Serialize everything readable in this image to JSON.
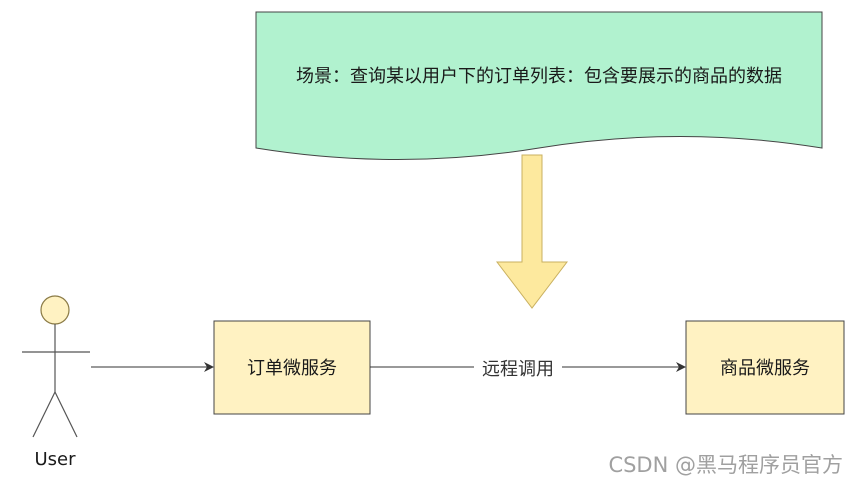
{
  "diagram": {
    "scenario_note": "场景：查询某以用户下的订单列表：包含要展示的商品的数据",
    "actor_label": "User",
    "order_service_label": "订单微服务",
    "product_service_label": "商品微服务",
    "remote_call_label": "远程调用",
    "watermark": "CSDN @黑马程序员官方"
  },
  "colors": {
    "note_fill": "#b1f2cf",
    "box_fill": "#fff2c2",
    "arrow_fill": "#fde99e",
    "stroke": "#333333",
    "watermark": "#a0a0a0"
  }
}
